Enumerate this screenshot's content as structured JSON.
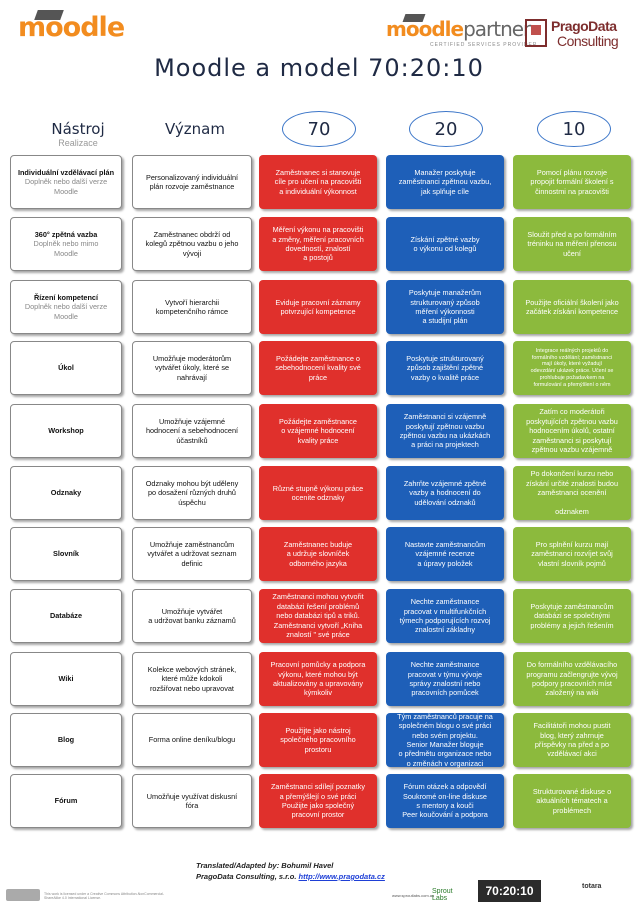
{
  "header": {
    "moodle_logo": "moodle",
    "partner_logo_a": "moodle",
    "partner_logo_b": "partner",
    "partner_sub": "CERTIFIED SERVICES PROVIDER",
    "prago_line1": "PragoData",
    "prago_line2": "Consulting",
    "title": "Moodle a model 70:20:10"
  },
  "columns": {
    "tool": "Nástroj",
    "tool_sub": "Realizace",
    "meaning": "Význam",
    "c70": "70",
    "c20": "20",
    "c10": "10"
  },
  "rows": [
    {
      "tool": "Individuální vzdělávací plán",
      "tool_sub": "Doplněk nebo další verze\nMoodle",
      "meaning": "Personalizovaný individuální\nplán rozvoje zaměstnance",
      "c70": "Zaměstnanec si stanovuje\ncíle pro učení na pracovišti\na individuální výkonnost",
      "c20": "Manažer poskytuje\nzaměstnanci zpětnou vazbu,\njak splňuje cíle",
      "c10": "Pomocí plánu rozvoje\npropojit formální školení s\nčinnostmi na pracovišti"
    },
    {
      "tool": "360° zpětná vazba",
      "tool_sub": "Doplněk nebo mimo\nMoodle",
      "meaning": "Zaměstnanec obdrží od\nkolegů zpětnou vazbu o jeho\nvývoji",
      "c70": "Měření výkonu na pracovišti\na změny, měření pracovních\ndovedností, znalostí\na postojů",
      "c20": "Získání zpětné vazby\no výkonu od kolegů",
      "c10": "Sloužit před a po formálním\ntréninku na měření přenosu\nučení"
    },
    {
      "tool": "Řízení kompetencí",
      "tool_sub": "Doplněk nebo další verze\nMoodle",
      "meaning": "Vytvoří hierarchii\nkompetenčního rámce",
      "c70": "Eviduje pracovní záznamy\npotvrzující kompetence",
      "c20": "Poskytuje manažerům\nstrukturovaný způsob\nměření výkonnosti\na studijní plán",
      "c10": "Použijte oficiální školení jako\nzačátek získání kompetence"
    },
    {
      "tool": "Úkol",
      "tool_sub": "",
      "meaning": "Umožňuje moderátorům\nvytvářet úkoly, které se\nnahrávají",
      "c70": "Požádejte zaměstnance o\nsebehodnocení kvality své\npráce",
      "c20": "Poskytuje strukturovaný\nzpůsob zajištění zpětné\nvazby o kvalitě práce",
      "c10": "Integrace reálných projektů do\nformálního vzdělání; zaměstnanci\nmají úkoly, které vyžadují\nodevzdání ukázek práce. Učení se\nprohlubuje požadavkem na\nformulování a přemýšlení o něm"
    },
    {
      "tool": "Workshop",
      "tool_sub": "",
      "meaning": "Umožňuje vzájemné\nhodnocení a sebehodnocení\núčastníků",
      "c70": "Požádejte zaměstnance\no vzájemné hodnocení\nkvality práce",
      "c20": "Zaměstnanci si vzájemně\nposkytují zpětnou vazbu\nzpětnou vazbu na ukázkách\na práci na projektech",
      "c10": "Zatím co moderátoři\nposkytujících zpětnou vazbu\nhodnocením úkolů, ostatní\nzaměstnanci si poskytují\nzpětnou vazbu vzájemně"
    },
    {
      "tool": "Odznaky",
      "tool_sub": "",
      "meaning": "Odznaky mohou být uděleny\npo dosažení různých druhů\núspěchu",
      "c70": "Různé stupně výkonu práce\nocenite odznaky",
      "c20": "Zahrňte vzájemné zpětné\nvazby a hodnocení do\nudělování odznaků",
      "c10": "Po dokončení kurzu nebo\nzískání určité znalosti budou\nzaměstnanci ocenění\n\nodznakem"
    },
    {
      "tool": "Slovník",
      "tool_sub": "",
      "meaning": "Umožňuje zaměstnancům\nvytvářet a udržovat seznam\ndefinic",
      "c70": "Zaměstnanec buduje\na udržuje slovníček\nodborného jazyka",
      "c20": "Nastavte zaměstnancům\nvzájemné recenze\na úpravy položek",
      "c10": "Pro splnění kurzu mají\nzaměstnanci rozvíjet svůj\nvlastní slovník pojmů"
    },
    {
      "tool": "Databáze",
      "tool_sub": "",
      "meaning": "Umožňuje vytvářet\na udržovat banku záznamů",
      "c70": "Zaměstnanci mohou vytvořit\ndatabázi řešení problémů\nnebo databázi tipů a triků.\nZaměstnanci vytvoří „Kniha\nznalostí \" své práce",
      "c20": "Nechte zaměstnance\npracovat v multifunkčních\ntýmech podporujících rozvoj\nznalostní základny",
      "c10": "Poskytuje zaměstnancům\ndatabázi se společnými\nproblémy a jejich řešením"
    },
    {
      "tool": "Wiki",
      "tool_sub": "",
      "meaning": "Kolekce webových stránek,\nkteré může kdokoli\nrozšiřovat nebo upravovat",
      "c70": "Pracovní pomůcky a podpora\nvýkonu, které mohou být\naktualizovány a upravovány\nkýmkoliv",
      "c20": "Nechte zaměstnance\npracovat v týmu vývoje\nsprávy znalostní nebo\npracovních pomůcek",
      "c10": "Do formálního vzdělávacího\nprogramu začlengrujte vývoj\npodpory pracovních míst\nzaložený na wiki"
    },
    {
      "tool": "Blog",
      "tool_sub": "",
      "meaning": "Forma online deníku/blogu",
      "c70": "Použijte jako nástroj\nspolečného pracovního\nprostoru",
      "c20": "Tým zaměstnanců pracuje na\nspolečném blogu o své práci\nnebo svém projektu.\nSenior Manažer bloguje\no předmětu organizace nebo\no změnách v organizaci",
      "c10": "Facilitátoři mohou pustit\nblog, který zahrnuje\npříspěvky na před a po\nvzdělávací akci"
    },
    {
      "tool": "Fórum",
      "tool_sub": "",
      "meaning": "Umožňuje využívat diskusní\nfóra",
      "c70": "Zaměstnanci sdílejí poznatky\na přemýšlejí o své práci\nPoužijte jako společný\npracovní prostor",
      "c20": "Fórum otázek a odpovědí\nSoukromé on-line diskuse\ns mentory a kouči\nPeer koučování a podpora",
      "c10": "Strukturované diskuse o\naktuálních tématech a\nproblémech"
    }
  ],
  "footer": {
    "line1": "Translated/Adapted by: Bohumil Havel",
    "line2_prefix": "PragoData Consulting, s.r.o.  ",
    "link": "http://www.pragodata.cz",
    "cc_text": "This work is licensed under a Creative Commons Attribution-NonCommercial-ShareAlike 4.0 International License.",
    "site_text": "www.sproutlabs.com.au",
    "sprout": "Sprout Labs",
    "logo_7020": "70:20:10",
    "totara": "totara"
  }
}
